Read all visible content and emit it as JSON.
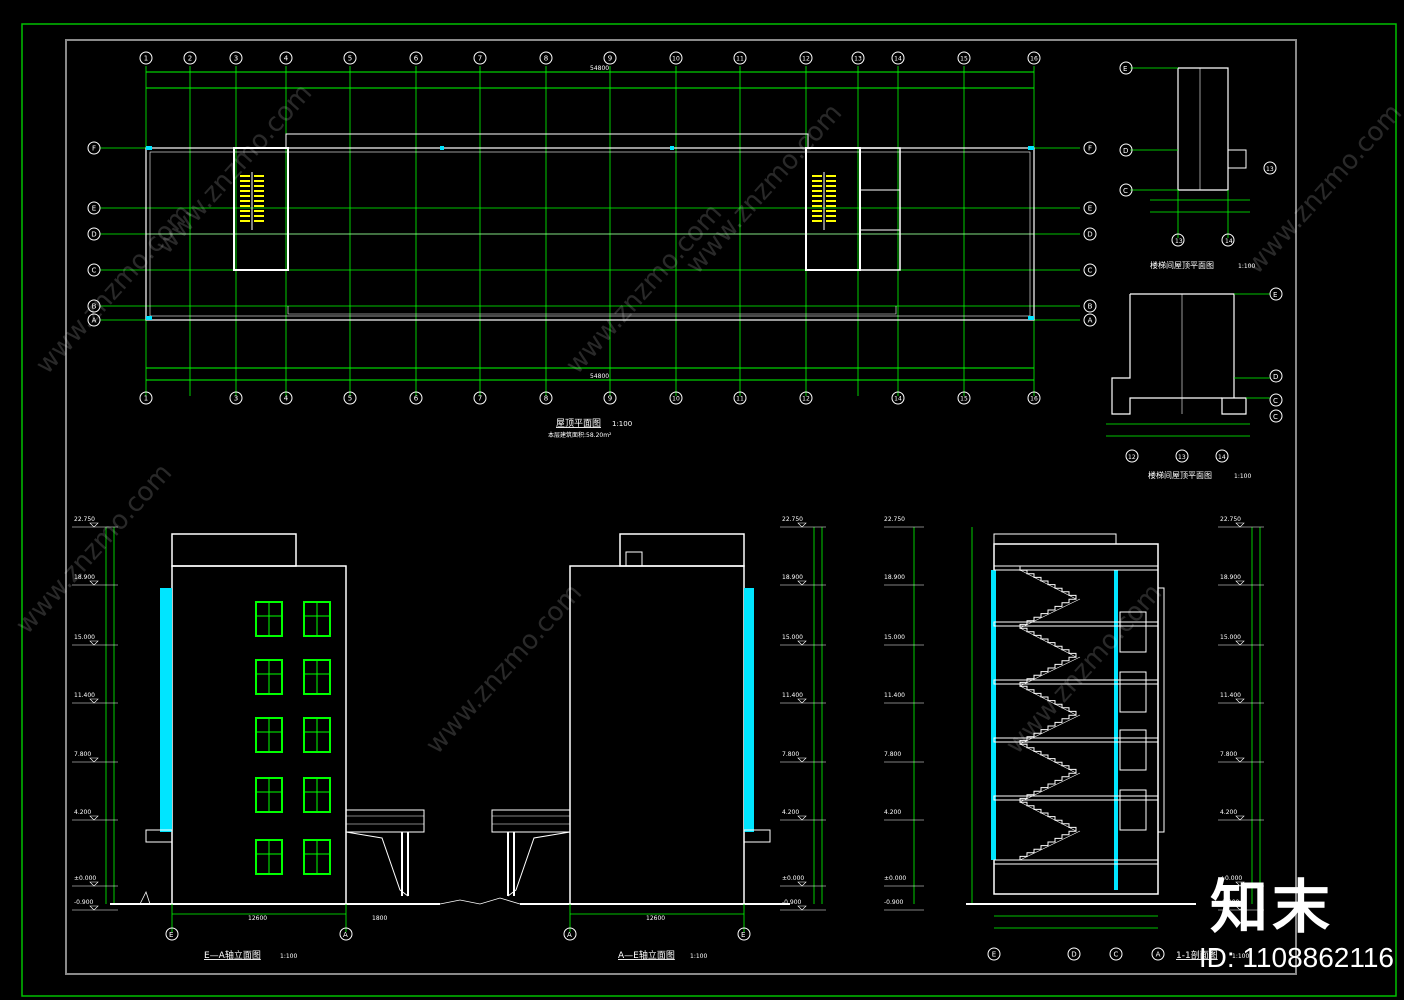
{
  "sheet": {
    "plan_title": "屋顶平面图",
    "plan_scale": "1:100",
    "plan_note": "本层建筑面积:58.20m²",
    "stair_top_plan_title": "楼梯间屋顶平面图",
    "stair_top_plan_scale": "1:100",
    "stair_roof_plan_title": "楼梯间屋顶平面图",
    "stair_roof_plan_scale": "1:100",
    "elev_left_title": "E—A轴立面图",
    "elev_left_scale": "1:100",
    "elev_right_title": "A—E轴立面图",
    "elev_right_scale": "1:100",
    "section_title": "1-1剖面图",
    "section_scale": "1:100"
  },
  "grid": {
    "top_axes": [
      "1",
      "2",
      "3",
      "4",
      "5",
      "6",
      "7",
      "8",
      "9",
      "10",
      "11",
      "12",
      "13",
      "14",
      "15",
      "16"
    ],
    "bottom_axes": [
      "1",
      "3",
      "4",
      "5",
      "6",
      "7",
      "8",
      "9",
      "10",
      "11",
      "12",
      "14",
      "15",
      "16"
    ],
    "left_axes": [
      "F",
      "E",
      "D",
      "C",
      "B",
      "A"
    ],
    "right_axes": [
      "F",
      "E",
      "D",
      "C",
      "B",
      "A"
    ],
    "overall_dim": "54800"
  },
  "levels_left": [
    "22.750",
    "18.900",
    "15.000",
    "11.400",
    "7.800",
    "4.200",
    "±0.000",
    "-0.900"
  ],
  "levels_right": [
    "22.750",
    "18.900",
    "15.000",
    "11.400",
    "7.800",
    "4.200",
    "±0.000",
    "-0.900"
  ],
  "elev_dims": {
    "left_width": "12600",
    "left_side": "1800",
    "right_width": "12600"
  },
  "section_axes": [
    "E",
    "D",
    "C",
    "A"
  ],
  "elev_axes_left": [
    "E",
    "A"
  ],
  "elev_axes_right": [
    "A",
    "E"
  ],
  "watermark": {
    "site": "www.znzmo.com",
    "brand": "知末",
    "id": "ID: 1108862116"
  },
  "colors": {
    "background": "#000000",
    "lines": "#ffffff",
    "grid": "#00ff00",
    "window": "#00ff00",
    "glass": "#00e5ff",
    "stair": "#ffff00",
    "frame": "#808080"
  }
}
